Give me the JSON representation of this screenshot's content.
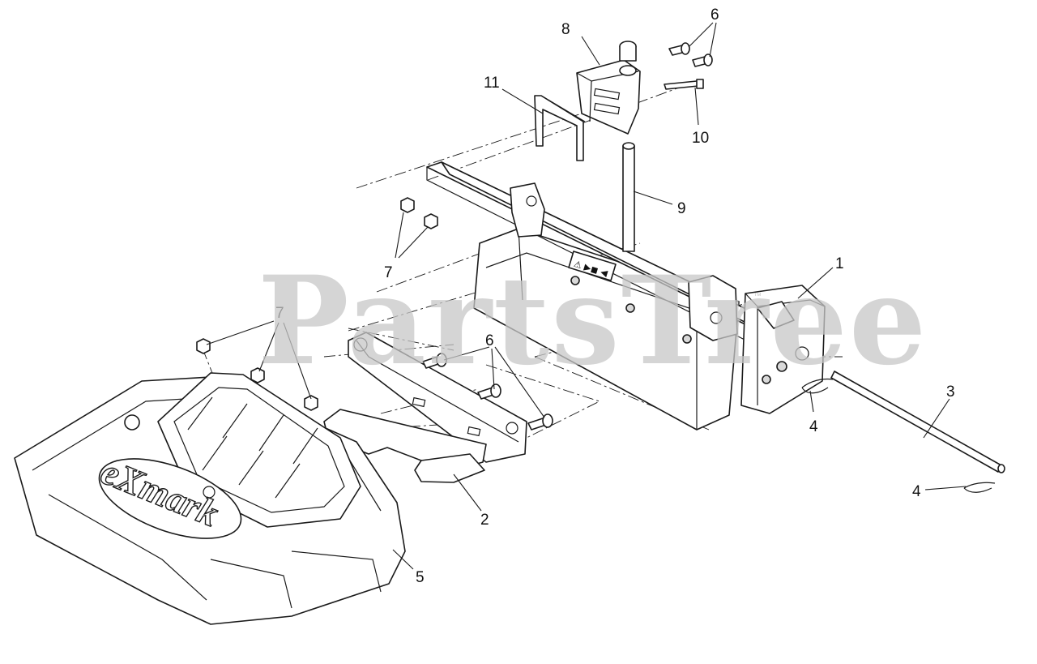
{
  "watermark": {
    "text": "PartsTree",
    "trademark": "™"
  },
  "brand_logo": {
    "text": "eXmark"
  },
  "decal": {
    "text": "⚠ ▶◼ ◀"
  },
  "callouts": [
    {
      "id": "c1",
      "label": "1"
    },
    {
      "id": "c2",
      "label": "2"
    },
    {
      "id": "c3",
      "label": "3"
    },
    {
      "id": "c4a",
      "label": "4"
    },
    {
      "id": "c4b",
      "label": "4"
    },
    {
      "id": "c5",
      "label": "5"
    },
    {
      "id": "c6a",
      "label": "6"
    },
    {
      "id": "c6b",
      "label": "6"
    },
    {
      "id": "c7a",
      "label": "7"
    },
    {
      "id": "c7b",
      "label": "7"
    },
    {
      "id": "c8",
      "label": "8"
    },
    {
      "id": "c9",
      "label": "9"
    },
    {
      "id": "c10",
      "label": "10"
    },
    {
      "id": "c11",
      "label": "11"
    }
  ],
  "colors": {
    "line": "#1a1a1a",
    "watermark": "#c8c8c8",
    "background": "#ffffff"
  }
}
